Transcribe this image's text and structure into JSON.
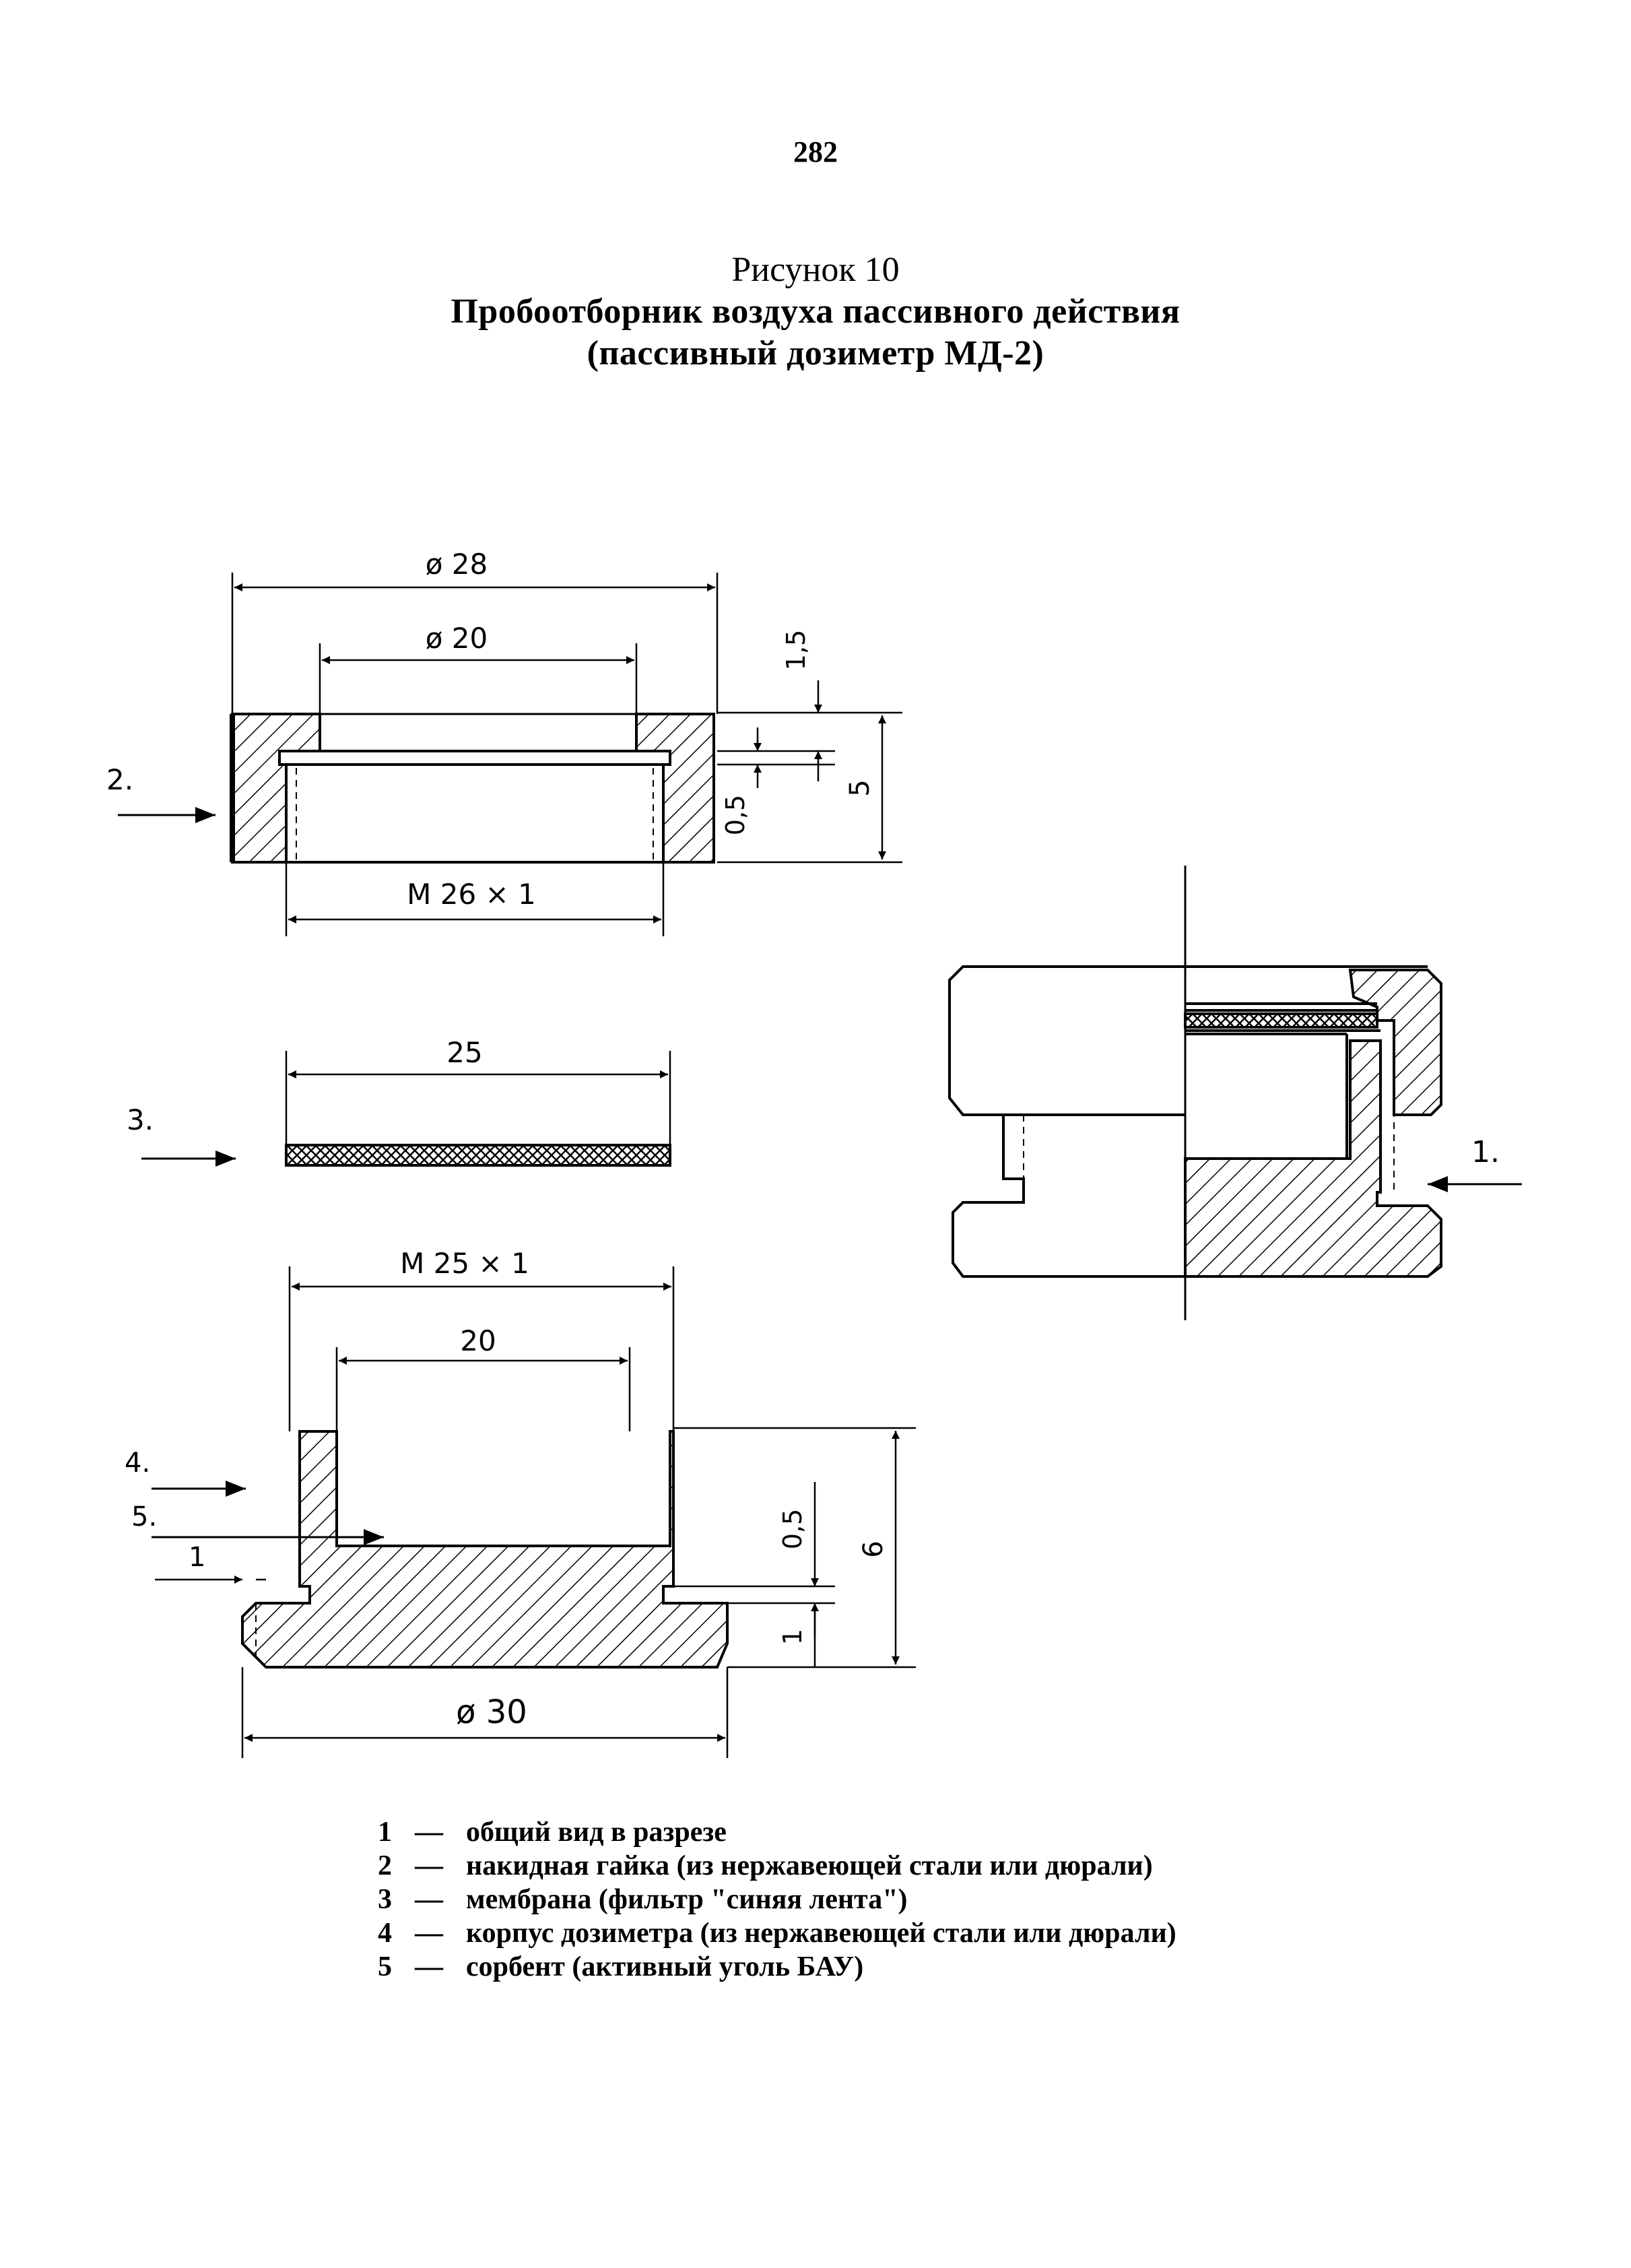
{
  "page_number": "282",
  "caption": {
    "figure_label": "Рисунок 10",
    "title_line1": "Пробоотборник воздуха пассивного действия",
    "title_line2": "(пассивный дозиметр МД-2)"
  },
  "parts": {
    "part2": {
      "label": "2.",
      "dim_outer": "ø 28",
      "dim_inner": "ø 20",
      "dim_thread": "M 26 × 1",
      "dim_top": "1,5",
      "dim_gap": "0,5",
      "dim_height": "5"
    },
    "part3": {
      "label": "3.",
      "dim_width": "25"
    },
    "part4": {
      "label_4": "4.",
      "label_5": "5.",
      "dim_thread": "M 25 × 1",
      "dim_inner": "20",
      "dim_gap": "0,5",
      "dim_height": "6",
      "dim_base": "1",
      "dim_offset": "1",
      "dim_outer": "ø 30"
    },
    "assembly": {
      "label": "1."
    }
  },
  "legend": [
    {
      "num": "1",
      "dash": "—",
      "text": "общий вид в разрезе"
    },
    {
      "num": "2",
      "dash": "—",
      "text": "накидная гайка (из нержавеющей стали или дюрали)"
    },
    {
      "num": "3",
      "dash": "—",
      "text": "мембрана (фильтр \"синяя лента\")"
    },
    {
      "num": "4",
      "dash": "—",
      "text": "корпус дозиметра (из нержавеющей стали или дюрали)"
    },
    {
      "num": "5",
      "dash": "—",
      "text": "сорбент (активный уголь БАУ)"
    }
  ]
}
